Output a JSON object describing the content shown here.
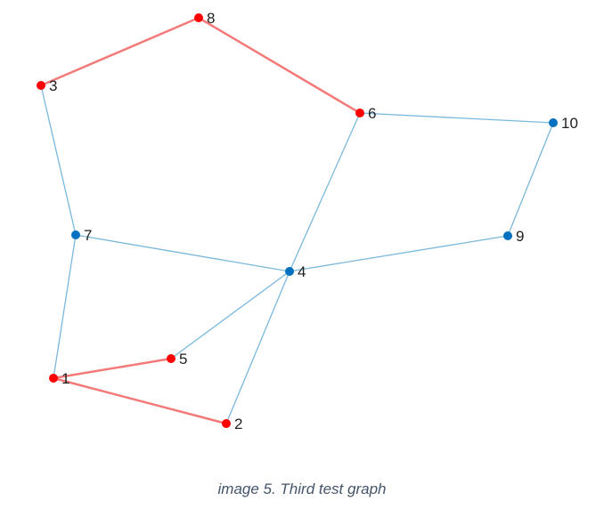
{
  "graph": {
    "colors": {
      "default_node": "#0070c0",
      "highlight_node": "#ff0000",
      "default_edge": "#7ab8dd",
      "highlight_edge": "#f47a7a"
    },
    "nodes": [
      {
        "id": "1",
        "label": "1",
        "highlighted": true
      },
      {
        "id": "2",
        "label": "2",
        "highlighted": true
      },
      {
        "id": "3",
        "label": "3",
        "highlighted": true
      },
      {
        "id": "4",
        "label": "4",
        "highlighted": false
      },
      {
        "id": "5",
        "label": "5",
        "highlighted": true
      },
      {
        "id": "6",
        "label": "6",
        "highlighted": true
      },
      {
        "id": "7",
        "label": "7",
        "highlighted": false
      },
      {
        "id": "8",
        "label": "8",
        "highlighted": true
      },
      {
        "id": "9",
        "label": "9",
        "highlighted": false
      },
      {
        "id": "10",
        "label": "10",
        "highlighted": false
      }
    ],
    "edges": [
      {
        "source": "3",
        "target": "8",
        "highlighted": true
      },
      {
        "source": "8",
        "target": "6",
        "highlighted": true
      },
      {
        "source": "1",
        "target": "5",
        "highlighted": true
      },
      {
        "source": "1",
        "target": "2",
        "highlighted": true
      },
      {
        "source": "3",
        "target": "7",
        "highlighted": false
      },
      {
        "source": "7",
        "target": "1",
        "highlighted": false
      },
      {
        "source": "7",
        "target": "4",
        "highlighted": false
      },
      {
        "source": "6",
        "target": "4",
        "highlighted": false
      },
      {
        "source": "6",
        "target": "10",
        "highlighted": false
      },
      {
        "source": "10",
        "target": "9",
        "highlighted": false
      },
      {
        "source": "9",
        "target": "4",
        "highlighted": false
      },
      {
        "source": "4",
        "target": "5",
        "highlighted": false
      },
      {
        "source": "4",
        "target": "2",
        "highlighted": false
      }
    ]
  },
  "caption": "image 5. Third test graph"
}
